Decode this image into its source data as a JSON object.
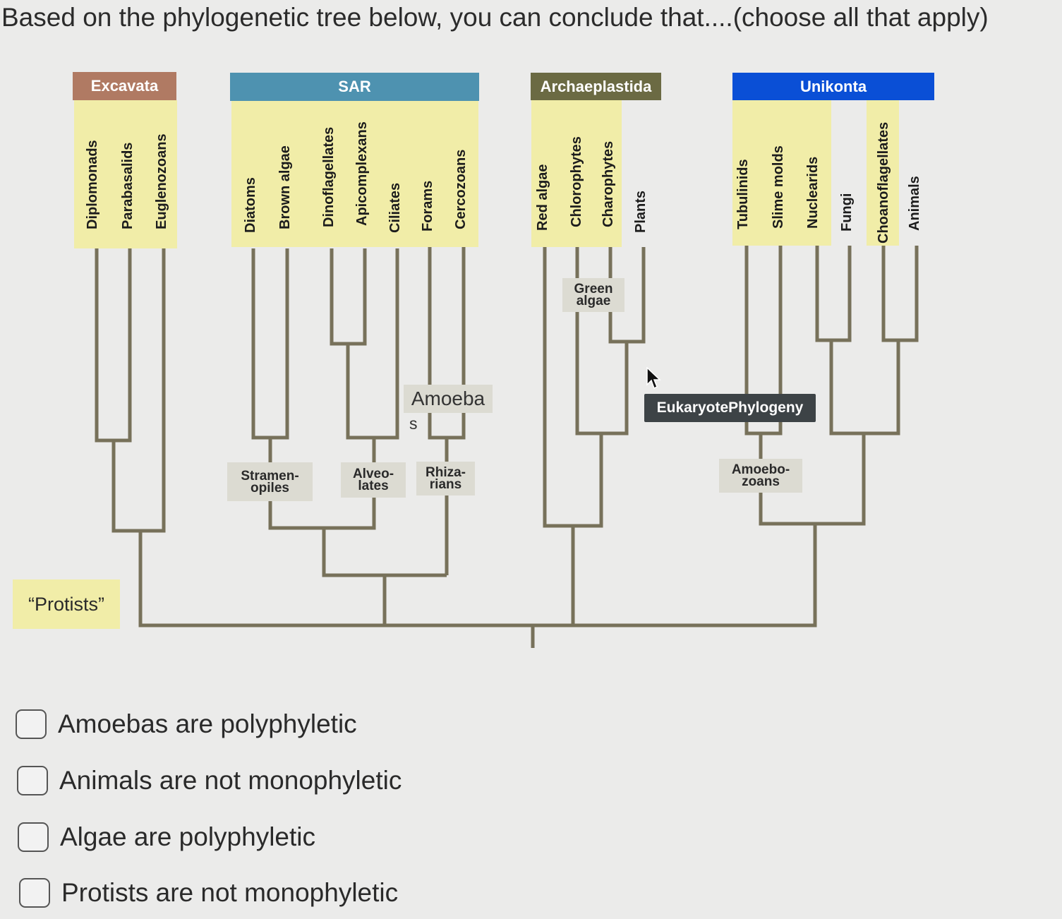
{
  "question": "Based on the phylogenetic tree below, you can conclude that....(choose all that apply)",
  "groups": {
    "excavata": "Excavata",
    "sar": "SAR",
    "archaeplastida": "Archaeplastida",
    "unikonta": "Unikonta"
  },
  "taxa": {
    "diplomonads": "Diplomonads",
    "parabasalids": "Parabasalids",
    "euglenozoans": "Euglenozoans",
    "diatoms": "Diatoms",
    "brown_algae": "Brown algae",
    "dinoflagellates": "Dinoflagellates",
    "apicomplexans": "Apicomplexans",
    "ciliates": "Ciliates",
    "forams": "Forams",
    "cercozoans": "Cercozoans",
    "red_algae": "Red algae",
    "chlorophytes": "Chlorophytes",
    "charophytes": "Charophytes",
    "plants": "Plants",
    "tubulinids": "Tubulinids",
    "slime_molds": "Slime molds",
    "nuclearids": "Nuclearids",
    "fungi": "Fungi",
    "choanoflagellates": "Choanoflagellates",
    "animals": "Animals"
  },
  "clade_labels": {
    "green_algae_1": "Green",
    "green_algae_2": "algae",
    "stramenopiles_1": "Stramen-",
    "stramenopiles_2": "opiles",
    "alveolates_1": "Alveo-",
    "alveolates_2": "lates",
    "rhizarians_1": "Rhiza-",
    "rhizarians_2": "rians",
    "amoebozoans_1": "Amoebo-",
    "amoebozoans_2": "zoans",
    "amoebas": "Amoeba",
    "amoebas_s": "s",
    "protists": "“Protists”",
    "eukaryote_phylogeny": "EukaryotePhylogeny"
  },
  "colors": {
    "excavata": "#b07a63",
    "sar": "#4e92b0",
    "archaeplastida": "#6b6a43",
    "unikonta": "#0a4fd6",
    "highlight": "#f1eda8",
    "branch": "#77715a"
  },
  "options": [
    {
      "label": "Amoebas are polyphyletic"
    },
    {
      "label": "Animals are not monophyletic"
    },
    {
      "label": "Algae are polyphyletic"
    },
    {
      "label": "Protists are not monophyletic"
    }
  ]
}
